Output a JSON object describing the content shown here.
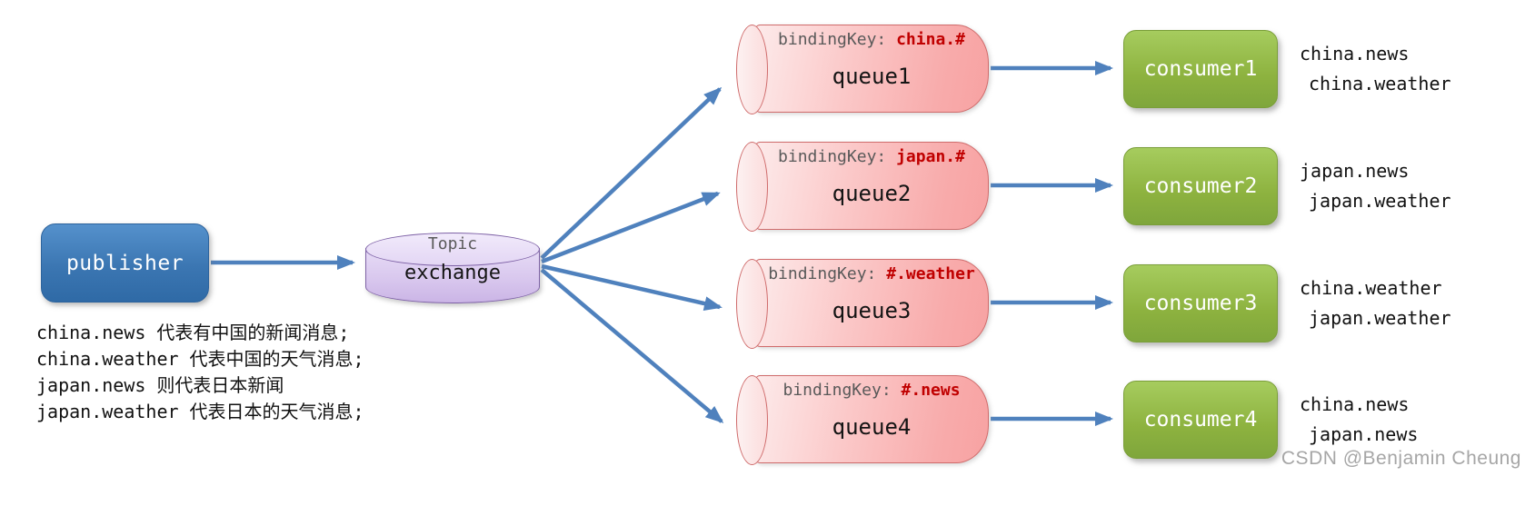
{
  "publisher": {
    "label": "publisher"
  },
  "exchange": {
    "type_label": "Topic",
    "label": "exchange"
  },
  "queues": [
    {
      "binding_label": "bindingKey:",
      "binding_key": "china.#",
      "name": "queue1"
    },
    {
      "binding_label": "bindingKey:",
      "binding_key": "japan.#",
      "name": "queue2"
    },
    {
      "binding_label": "bindingKey:",
      "binding_key": "#.weather",
      "name": "queue3"
    },
    {
      "binding_label": "bindingKey:",
      "binding_key": "#.news",
      "name": "queue4"
    }
  ],
  "consumers": [
    {
      "name": "consumer1",
      "messages": [
        "china.news",
        "china.weather"
      ]
    },
    {
      "name": "consumer2",
      "messages": [
        "japan.news",
        "japan.weather"
      ]
    },
    {
      "name": "consumer3",
      "messages": [
        "china.weather",
        "japan.weather"
      ]
    },
    {
      "name": "consumer4",
      "messages": [
        "china.news",
        "japan.news"
      ]
    }
  ],
  "notes": [
    {
      "key": "china.news",
      "desc": "代表有中国的新闻消息;"
    },
    {
      "key": "china.weather",
      "desc": "代表中国的天气消息;"
    },
    {
      "key": "japan.news",
      "desc": "则代表日本新闻"
    },
    {
      "key": "japan.weather",
      "desc": "代表日本的天气消息;"
    }
  ],
  "watermark": "CSDN @Benjamin Cheung",
  "colors": {
    "arrow": "#4f81bd",
    "publisher": "#3b76b2",
    "exchange_fill": "#d9c8ee",
    "exchange_border": "#7e62a6",
    "queue_fill": "#fbc9c9",
    "queue_border": "#cf6b6b",
    "binding_key_text": "#c00000",
    "consumer": "#8db23f"
  }
}
